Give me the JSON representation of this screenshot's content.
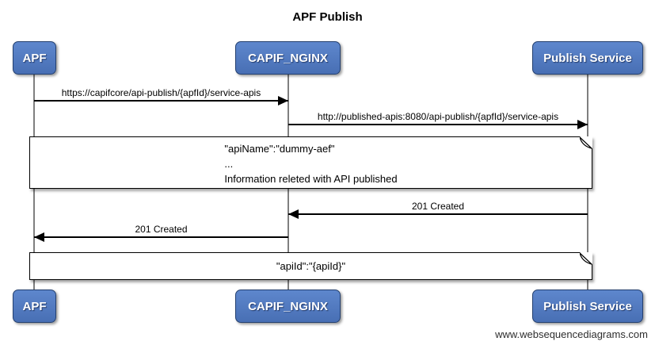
{
  "title": "APF Publish",
  "watermark": "www.websequencediagrams.com",
  "actors": [
    {
      "id": "apf",
      "label": "APF"
    },
    {
      "id": "capif-nginx",
      "label": "CAPIF_NGINX"
    },
    {
      "id": "publish-service",
      "label": "Publish Service"
    }
  ],
  "messages": [
    {
      "from": "APF",
      "to": "CAPIF_NGINX",
      "direction": "right",
      "label": "https://capifcore/api-publish/{apfId}/service-apis"
    },
    {
      "from": "CAPIF_NGINX",
      "to": "Publish Service",
      "direction": "right",
      "label": "http://published-apis:8080/api-publish/{apfId}/service-apis"
    },
    {
      "from": "Publish Service",
      "to": "CAPIF_NGINX",
      "direction": "left",
      "label": "201 Created"
    },
    {
      "from": "CAPIF_NGINX",
      "to": "APF",
      "direction": "left",
      "label": "201 Created"
    }
  ],
  "notes": [
    {
      "lines": [
        "\"apiName\":\"dummy-aef\"",
        "...",
        "Information releted with API published"
      ]
    },
    {
      "lines": [
        "\"apiId\":\"{apiId}\""
      ]
    }
  ],
  "colors": {
    "actor_fill": "#4d78be",
    "actor_border": "#24406f",
    "lifeline": "#7f7f7f",
    "arrow": "#000000",
    "note_bg": "#ffffff"
  }
}
